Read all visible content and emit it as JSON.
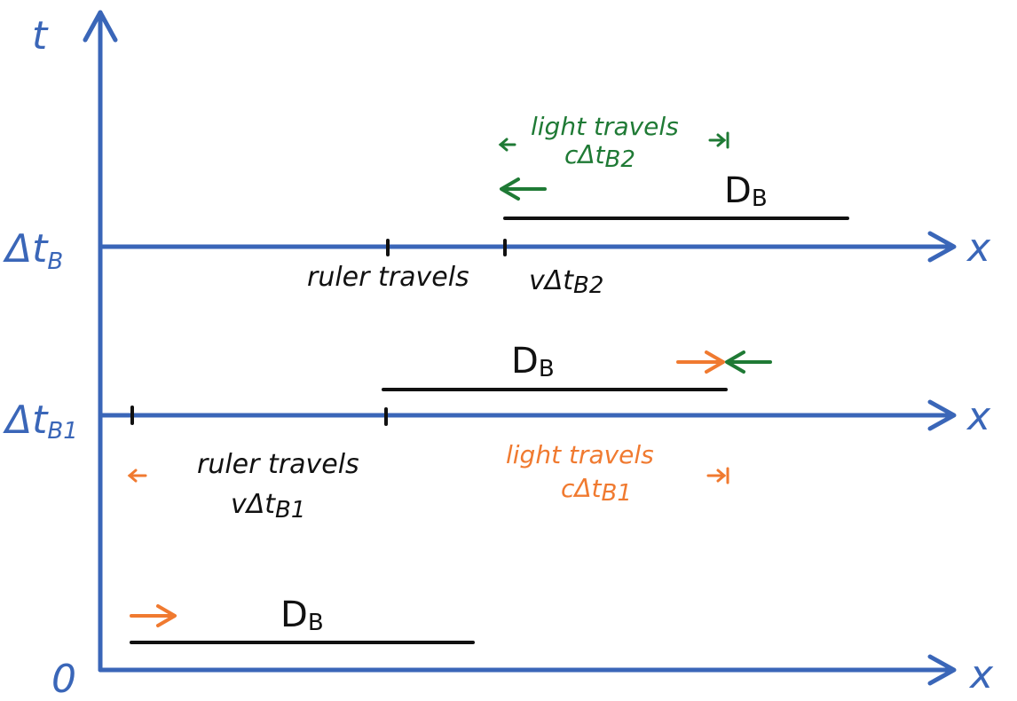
{
  "axes": {
    "t_label": "t",
    "x_label": "x",
    "origin_label": "0",
    "tick_labels": [
      {
        "main": "Δt",
        "sub": "B"
      },
      {
        "main": "Δt",
        "sub": "B1"
      }
    ]
  },
  "annotations": {
    "db_label": "D",
    "db_sub": "B",
    "ruler_travels": "ruler travels",
    "v_dt_b2_main": "vΔt",
    "v_dt_b2_sub": "B2",
    "v_dt_b1_main": "vΔt",
    "v_dt_b1_sub": "B1",
    "light_travels": "light travels",
    "c_dt_b2_main": "cΔt",
    "c_dt_b2_sub": "B2",
    "c_dt_b1_main": "cΔt",
    "c_dt_b1_sub": "B1"
  },
  "colors": {
    "axis": "#3a66b8",
    "ruler": "#111111",
    "light_forward": "#f07a30",
    "light_back": "#1f7a35"
  }
}
